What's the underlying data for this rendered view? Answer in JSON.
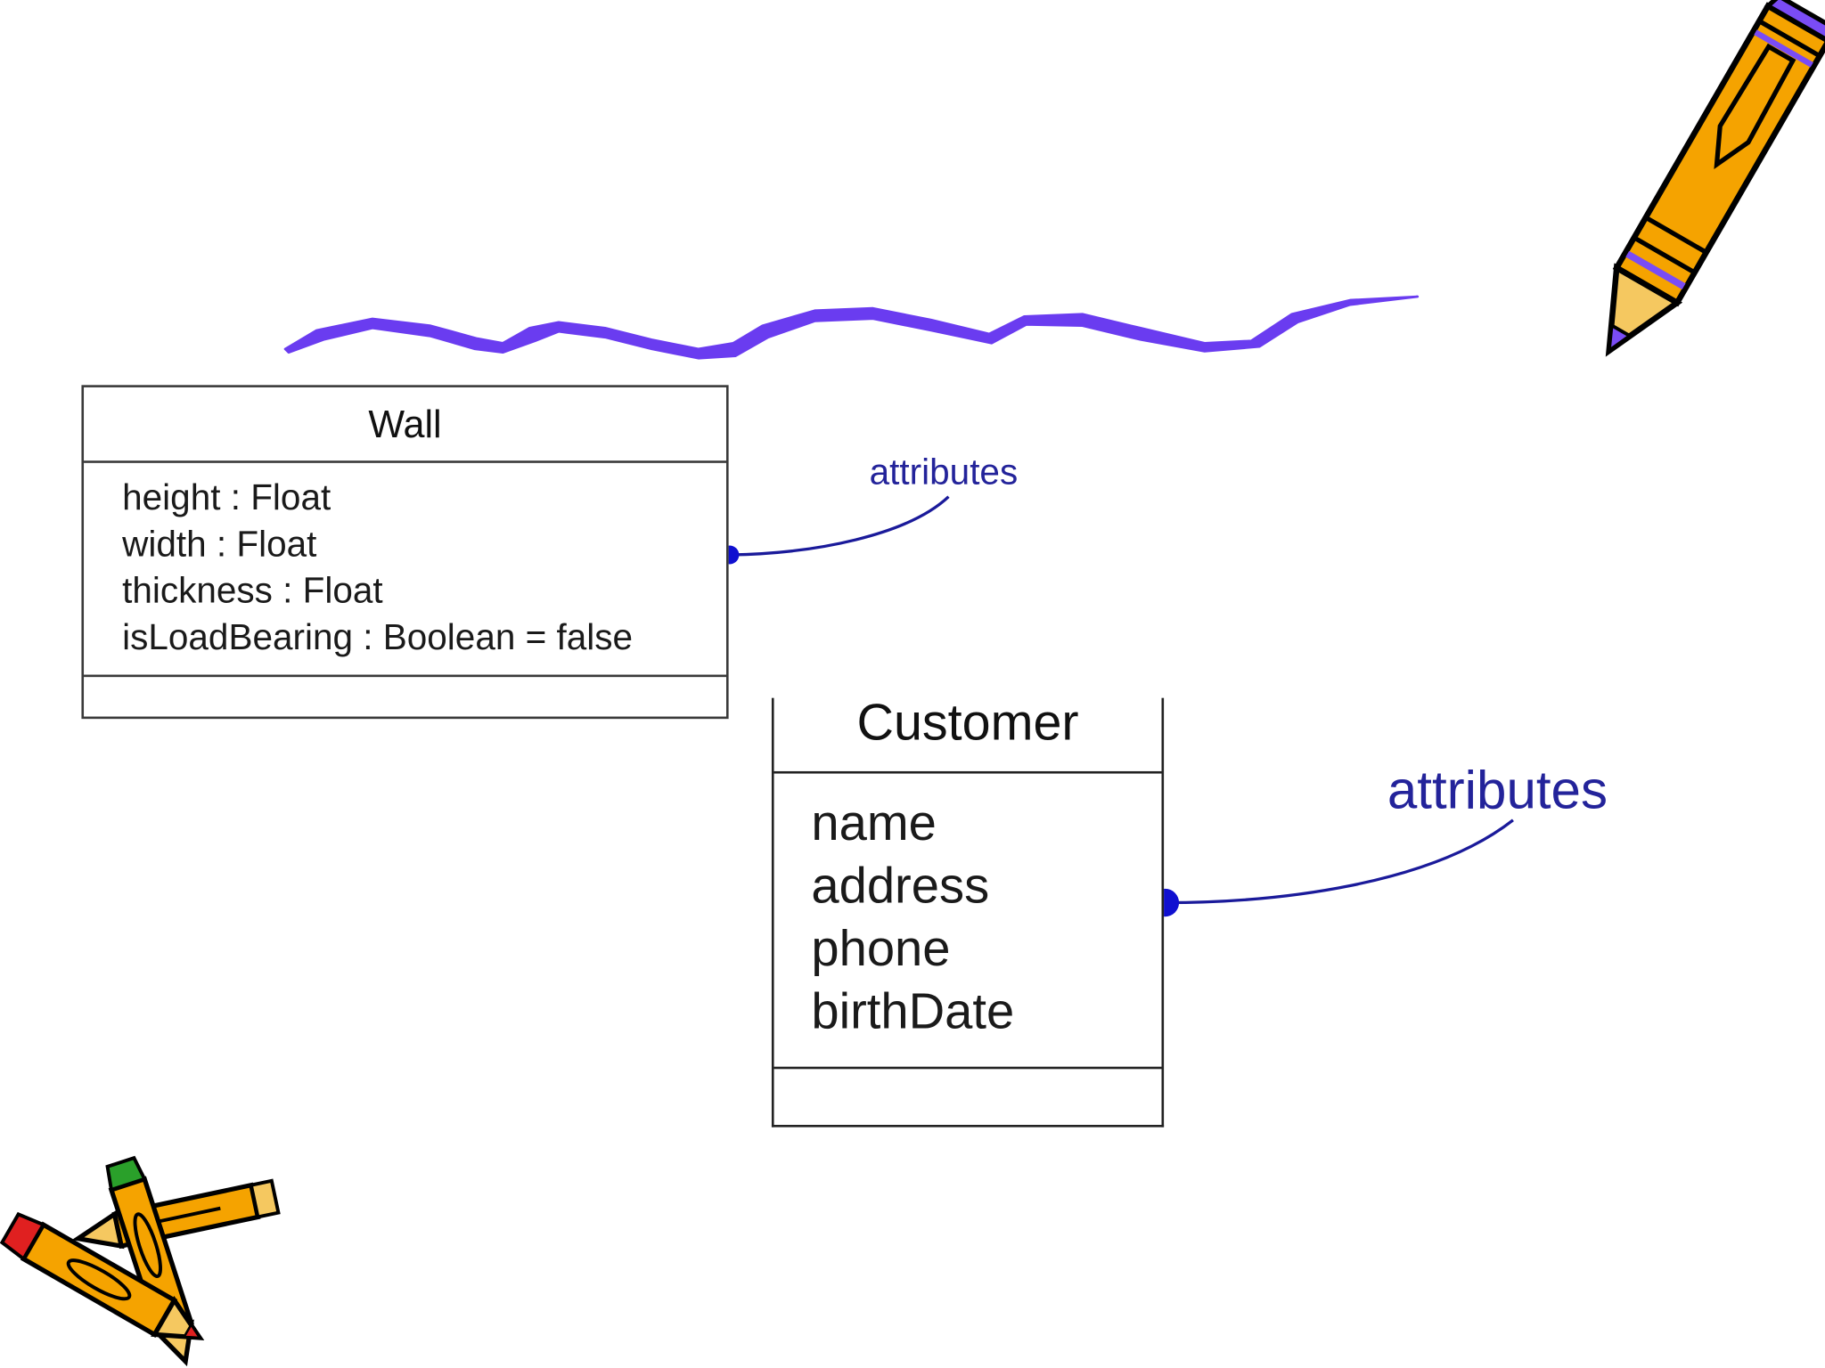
{
  "wall": {
    "name": "Wall",
    "attributes": [
      "height : Float",
      "width : Float",
      "thickness : Float",
      "isLoadBearing : Boolean = false"
    ],
    "annotation": "attributes"
  },
  "customer": {
    "name": "Customer",
    "attributes": [
      "name",
      "address",
      "phone",
      "birthDate"
    ],
    "annotation": "attributes"
  },
  "colors": {
    "annotation_text": "#23239a",
    "connector": "#1a1a9a",
    "connector_dot": "#1010d0",
    "wavy_banner": "#6a3cf0",
    "pencil_body": "#f5a300",
    "pencil_outline": "#000000",
    "pencil_accent": "#7a4cf5"
  },
  "decorations": {
    "wavy_banner": "wavy-underline",
    "big_pencil": "pencil-icon",
    "crossed_pencils": "crossed-pencils-icon"
  }
}
